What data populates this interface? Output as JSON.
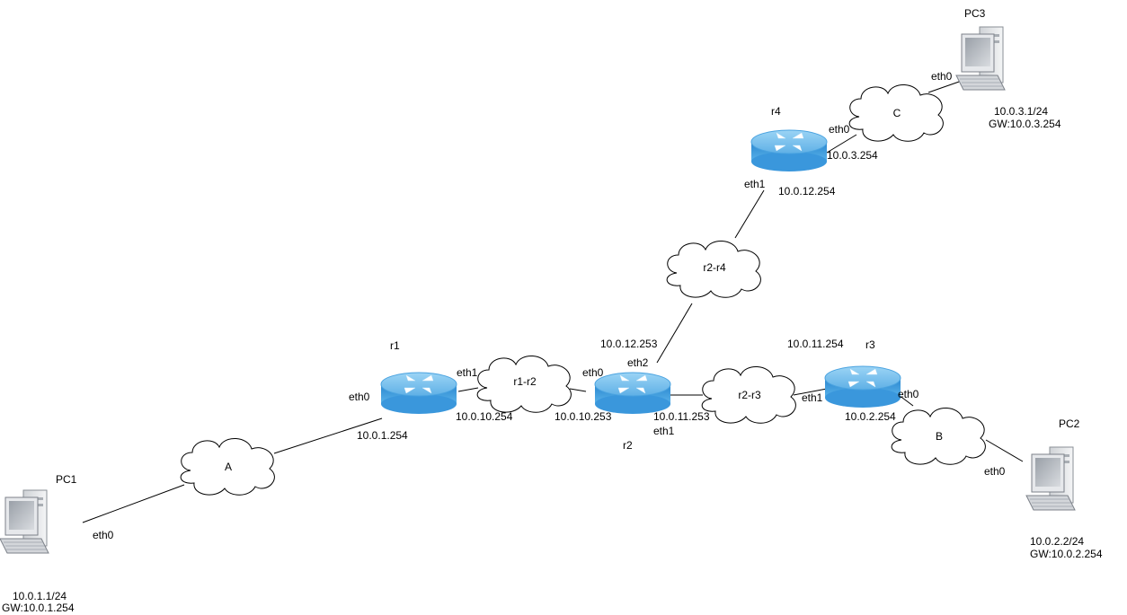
{
  "nodes": {
    "pc1": {
      "name": "PC1",
      "iface": "eth0",
      "ip": "10.0.1.1/24",
      "gw": "GW:10.0.1.254"
    },
    "pc2": {
      "name": "PC2",
      "iface": "eth0",
      "ip": "10.0.2.2/24",
      "gw": "GW:10.0.2.254"
    },
    "pc3": {
      "name": "PC3",
      "iface": "eth0",
      "ip": "10.0.3.1/24",
      "gw": "GW:10.0.3.254"
    },
    "r1": {
      "name": "r1",
      "eth0": "eth0",
      "eth0_ip": "10.0.1.254",
      "eth1": "eth1",
      "eth1_ip": "10.0.10.254"
    },
    "r2": {
      "name": "r2",
      "eth0": "eth0",
      "eth0_ip": "10.0.10.253",
      "eth1": "eth1",
      "eth1_ip": "10.0.11.253",
      "eth2": "eth2",
      "eth2_ip": "10.0.12.253"
    },
    "r3": {
      "name": "r3",
      "eth0": "eth0",
      "eth0_ip": "10.0.2.254",
      "eth1": "eth1",
      "eth1_ip": "10.0.11.254"
    },
    "r4": {
      "name": "r4",
      "eth0": "eth0",
      "eth0_ip": "10.0.3.254",
      "eth1": "eth1",
      "eth1_ip": "10.0.12.254"
    }
  },
  "networks": {
    "a": "A",
    "b": "B",
    "c": "C",
    "r1_r2": "r1-r2",
    "r2_r3": "r2-r3",
    "r2_r4": "r2-r4"
  },
  "colors": {
    "router_top": "#7cc4ee",
    "router_body": "#2f8fd6",
    "link": "#000000",
    "cloud_stroke": "#000000"
  }
}
